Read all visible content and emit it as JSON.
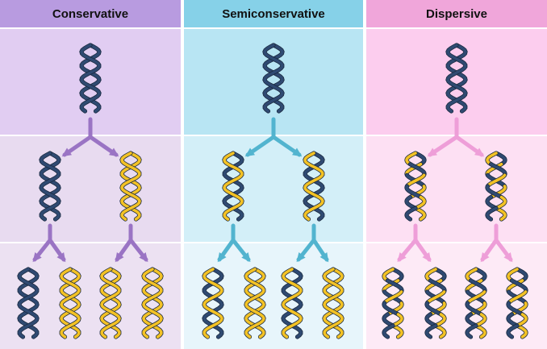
{
  "models": [
    {
      "key": "conservative",
      "title": "Conservative",
      "colors": {
        "header": "#b89be0",
        "row1": "#e1cdf2",
        "row2": "#e8dbf0",
        "row3": "#ece1f2",
        "arrow": "#9a74c4"
      }
    },
    {
      "key": "semiconservative",
      "title": "Semiconservative",
      "colors": {
        "header": "#86d1e8",
        "row1": "#b8e5f3",
        "row2": "#d3eff8",
        "row3": "#e7f5fb",
        "arrow": "#52b4cf"
      }
    },
    {
      "key": "dispersive",
      "title": "Dispersive",
      "colors": {
        "header": "#f0a6da",
        "row1": "#fccdee",
        "row2": "#fde0f3",
        "row3": "#fdeaf6",
        "arrow": "#ee9ed8"
      }
    }
  ],
  "strand_colors": {
    "parent": "#2f4a72",
    "new": "#f3c225"
  },
  "generations": {
    "conservative": {
      "g1": [
        "parent-parent"
      ],
      "g2": [
        "parent-parent",
        "new-new"
      ],
      "g3": [
        "parent-parent",
        "new-new",
        "new-new",
        "new-new"
      ]
    },
    "semiconservative": {
      "g1": [
        "parent-parent"
      ],
      "g2": [
        "parent-new",
        "parent-new"
      ],
      "g3": [
        "parent-new",
        "new-new",
        "parent-new",
        "new-new"
      ]
    },
    "dispersive": {
      "g1": [
        "parent-parent"
      ],
      "g2": [
        "mixed",
        "mixed"
      ],
      "g3": [
        "mixed",
        "mixed",
        "mixed",
        "mixed"
      ]
    }
  }
}
